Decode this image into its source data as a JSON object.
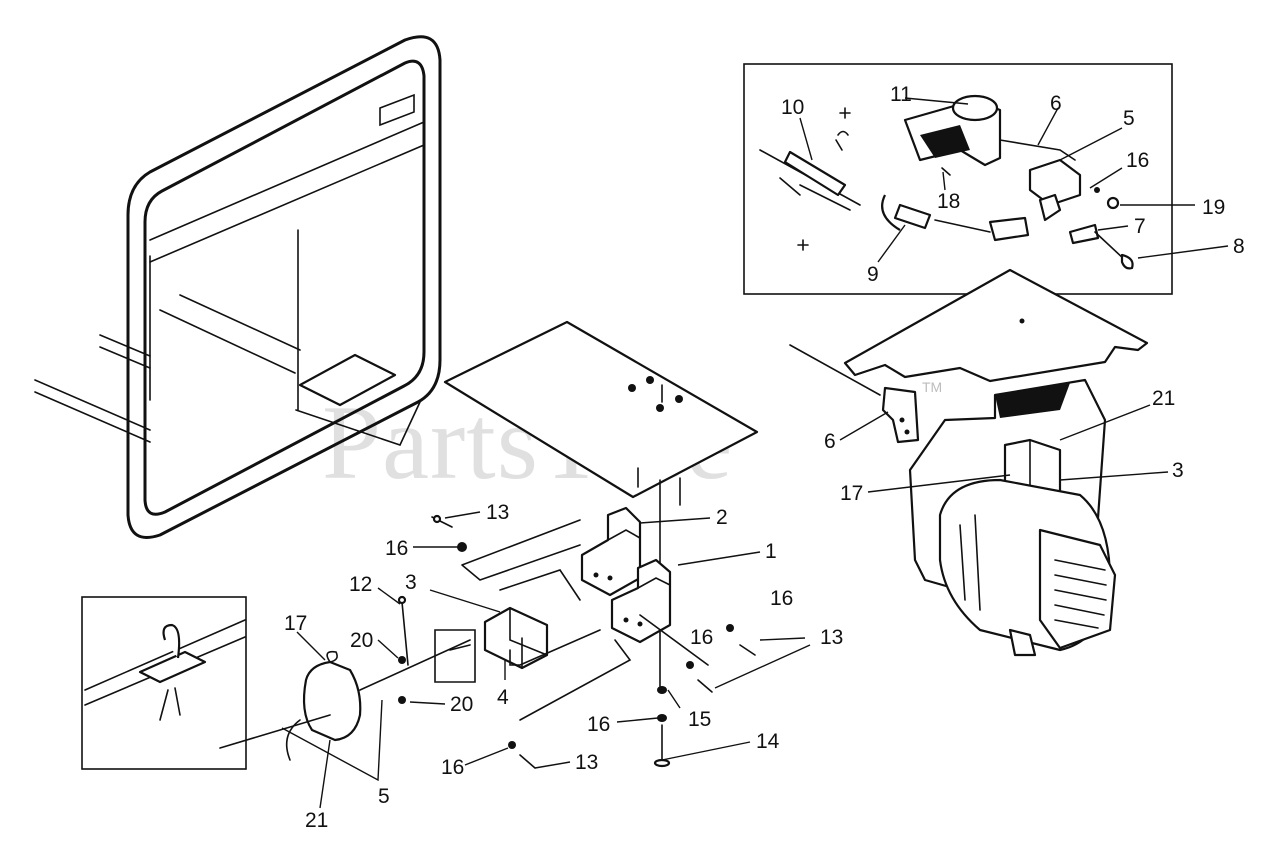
{
  "watermark": {
    "text": "PartsTree",
    "trademark": "TM",
    "color": "#c8c8c8"
  },
  "callouts": [
    {
      "id": "c-13-a",
      "text": "13"
    },
    {
      "id": "c-2",
      "text": "2"
    },
    {
      "id": "c-16-a",
      "text": "16"
    },
    {
      "id": "c-1",
      "text": "1"
    },
    {
      "id": "c-12",
      "text": "12"
    },
    {
      "id": "c-3-a",
      "text": "3"
    },
    {
      "id": "c-16-b",
      "text": "16"
    },
    {
      "id": "c-17-a",
      "text": "17"
    },
    {
      "id": "c-20-a",
      "text": "20"
    },
    {
      "id": "c-16-c",
      "text": "16"
    },
    {
      "id": "c-13-b",
      "text": "13"
    },
    {
      "id": "c-20-b",
      "text": "20"
    },
    {
      "id": "c-4",
      "text": "4"
    },
    {
      "id": "c-15",
      "text": "15"
    },
    {
      "id": "c-16-d",
      "text": "16"
    },
    {
      "id": "c-14",
      "text": "14"
    },
    {
      "id": "c-16-e",
      "text": "16"
    },
    {
      "id": "c-13-c",
      "text": "13"
    },
    {
      "id": "c-5-a",
      "text": "5"
    },
    {
      "id": "c-21-a",
      "text": "21"
    },
    {
      "id": "c-11",
      "text": "11"
    },
    {
      "id": "c-6-a",
      "text": "6"
    },
    {
      "id": "c-5-b",
      "text": "5"
    },
    {
      "id": "c-10",
      "text": "10"
    },
    {
      "id": "c-16-f",
      "text": "16"
    },
    {
      "id": "c-18",
      "text": "18"
    },
    {
      "id": "c-19",
      "text": "19"
    },
    {
      "id": "c-7",
      "text": "7"
    },
    {
      "id": "c-8",
      "text": "8"
    },
    {
      "id": "c-9",
      "text": "9"
    },
    {
      "id": "c-21-b",
      "text": "21"
    },
    {
      "id": "c-6-b",
      "text": "6"
    },
    {
      "id": "c-3-b",
      "text": "3"
    },
    {
      "id": "c-17-b",
      "text": "17"
    }
  ]
}
